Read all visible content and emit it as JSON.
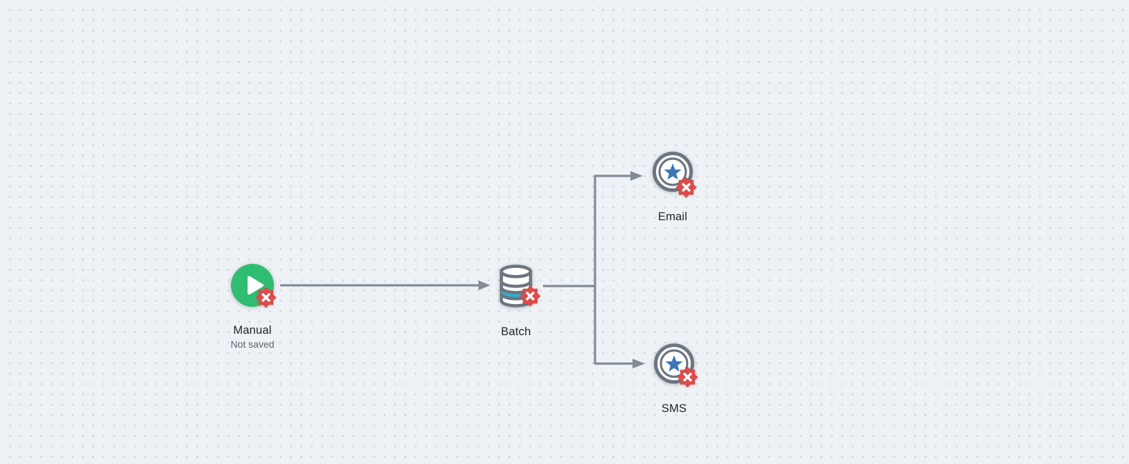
{
  "canvas": {
    "name": "workflow-canvas",
    "grid": "dot-grid"
  },
  "nodes": [
    {
      "id": "manual",
      "label": "Manual",
      "sublabel": "Not saved",
      "icon": "play-icon",
      "has_error_badge": true
    },
    {
      "id": "batch",
      "label": "Batch",
      "icon": "database-icon",
      "has_error_badge": true
    },
    {
      "id": "email",
      "label": "Email",
      "icon": "star-badge-icon",
      "has_error_badge": true
    },
    {
      "id": "sms",
      "label": "SMS",
      "icon": "star-badge-icon",
      "has_error_badge": true
    }
  ],
  "connections": [
    {
      "from": "manual",
      "to": "batch"
    },
    {
      "from": "batch",
      "to": "email"
    },
    {
      "from": "batch",
      "to": "sms"
    }
  ],
  "colors": {
    "canvas_bg": "#eef1f5",
    "grid_dot": "#c6ccd4",
    "connector": "#828c96",
    "manual_green": "#2fbe71",
    "error_red": "#db4c4a",
    "star_blue": "#3c76b4",
    "db_accent_cyan": "#3aa9cc",
    "icon_gray": "#6b7680",
    "label": "#1f2428",
    "sublabel": "#5b656d"
  }
}
